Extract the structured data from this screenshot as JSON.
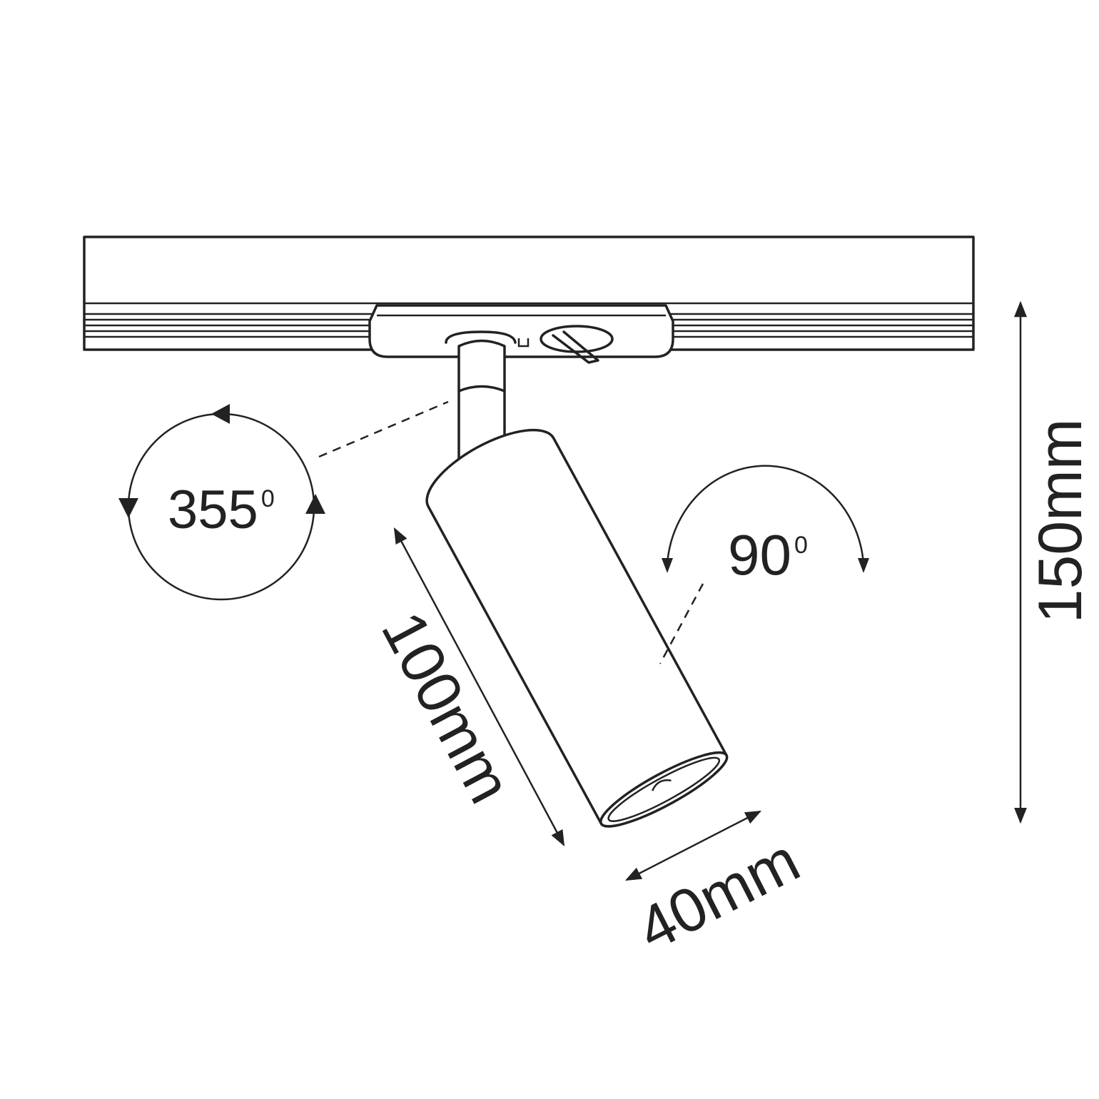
{
  "dimensions": {
    "height": "150mm",
    "length": "100mm",
    "diameter": "40mm"
  },
  "rotation": {
    "horizontal_value": "355",
    "horizontal_unit": "0",
    "tilt_value": "90",
    "tilt_unit": "0"
  },
  "colors": {
    "line": "#222222",
    "background": "#ffffff"
  }
}
